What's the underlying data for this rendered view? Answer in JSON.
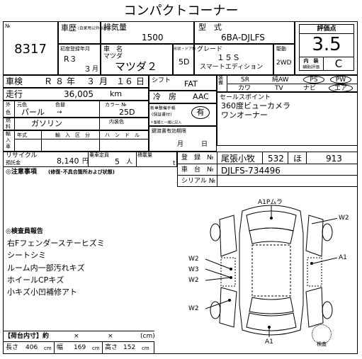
{
  "title": "コンパクトコーナー",
  "lot": {
    "label": "№",
    "value": "8317"
  },
  "body_type": {
    "label": "車歴",
    "note": "(自家用以外は記入)"
  },
  "displacement": {
    "label": "排気量",
    "value": "1500"
  },
  "model_code": {
    "label": "型　式",
    "value": "6BA-DJLFS"
  },
  "score": {
    "label": "評価点",
    "value": "3.5"
  },
  "first_reg": {
    "label": "初度登録年月",
    "year": "R３",
    "month_value": "３",
    "month_unit": "月"
  },
  "car_name": {
    "label": "車　名",
    "maker": "マツダ",
    "model": "マツダ２"
  },
  "doors": {
    "label": "形状・ドア数",
    "value": "5D"
  },
  "grade": {
    "label": "グレード",
    "line1": "１５Ｓ",
    "line2": "スマートエディション"
  },
  "drive": {
    "label": "駆動",
    "value": "2WD"
  },
  "interior": {
    "label1": "内　装",
    "label2": "補助評価",
    "value": "C"
  },
  "inspection": {
    "label": "車検",
    "era": "Ｒ",
    "year": "８",
    "y_unit": "年",
    "month": "３",
    "m_unit": "月",
    "day": "１６",
    "d_unit": "日"
  },
  "shift": {
    "label": "シフト",
    "value": "FAT"
  },
  "equipment": {
    "sr": "SR",
    "awd": "純AW",
    "ps": "PS",
    "pw": "PW",
    "tv": "TV",
    "cover": "カワ",
    "navi": "ナビ",
    "airbag": "エア"
  },
  "mileage": {
    "label": "走行",
    "value": "36,005",
    "unit": "km"
  },
  "ac": {
    "label": "冷　房",
    "value": "AAC"
  },
  "color": {
    "label1": "外",
    "label2": "色",
    "orig_label": "元色",
    "label_color": "色替",
    "value": "パール",
    "arrow": "→",
    "code_label": "カラー №",
    "code": "25D"
  },
  "manual": {
    "label1": "新車整備手帳",
    "label2": "(保証書付)",
    "note": "＊整備と一緒に記入",
    "value": "有"
  },
  "fuel": {
    "label1": "燃",
    "label2": "料",
    "value": "ガソリン",
    "int_label": "内装色"
  },
  "recycle_date": {
    "label": "鍵渡書有効期限",
    "month_unit": "月",
    "day_unit": "日"
  },
  "import": {
    "label1": "輸",
    "label2": "入",
    "label3": "車",
    "year_label": "年式",
    "kind_label": "輸　入　区　分",
    "handle_label": "ハ　ン　ド　ル"
  },
  "recycle": {
    "label1": "リサイクル",
    "label2": "預託金",
    "value": "8,140",
    "unit": "円",
    "cap_label": "乗車定員",
    "cap_value": "5",
    "cap_unit": "人",
    "load_label": "積載量",
    "load_unit": "t"
  },
  "reg": {
    "label": "登　録　№",
    "v1": "尾張小牧",
    "v2": "532",
    "v3": "ほ",
    "v4": "913"
  },
  "chassis": {
    "label": "車　台　№",
    "value": "DJLFS-734496"
  },
  "serial": {
    "label": "シリアル №",
    "value": ""
  },
  "points": {
    "title": "セールスポイント",
    "lines": [
      "360度ビューカメラ",
      "ワンオーナー"
    ]
  },
  "notes": {
    "title": "◎注意事項",
    "sub": "(修復･不具合箇所および状態)"
  },
  "report": {
    "title": "◎検査員報告",
    "lines": [
      "右Fフェンダーステーヒズミ",
      "シートシミ",
      "ルーム内一部汚れキズ",
      "ホイールCPキズ",
      "小キズ小凹補修アト"
    ]
  },
  "diagram_labels": {
    "top": "A1Pムラ",
    "tr": "W2",
    "r": "A1",
    "l1": "W2",
    "l2": "W3",
    "l3": "W2",
    "l4": "W2",
    "bottom": "A1"
  },
  "cargo": {
    "label": "【荷台内寸】約",
    "x1": "×",
    "x2": "×",
    "unit": "(cm)"
  },
  "dims": {
    "len_label": "長さ",
    "len": "406",
    "wid_label": "幅",
    "wid": "169",
    "hgt_label": "高さ",
    "hgt": "152",
    "unit": "cm"
  },
  "stamp": {
    "label": "検査"
  }
}
